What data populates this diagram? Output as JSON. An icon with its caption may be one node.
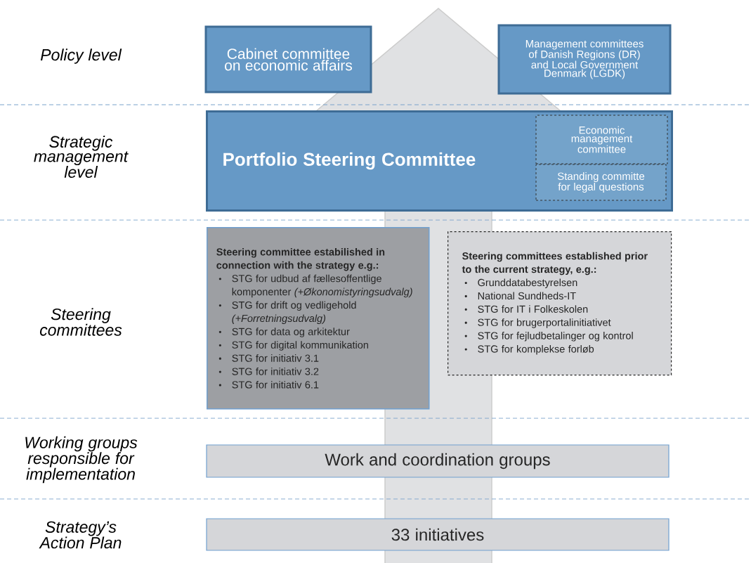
{
  "diagram": {
    "nodes": [
      {
        "text": [
          "Cabinet committee on economic affairs"
        ]
      },
      {
        "text": [
          "Management committees of Danish Regions (DR) and Local Government Denmark (LGDK)"
        ]
      },
      {
        "text": [
          "Portfolio Steering Committee"
        ]
      },
      {
        "text": [
          "Economic management committee"
        ],
        "in": 2
      },
      {
        "text": [
          "Standing committe for legal questions"
        ],
        "in": 2
      },
      {
        "text": [
          "Steering committee estabilished in connection with the strategy e.g.:",
          "STG for udbud af fællesoffentlige komponenter *(+Økonomistyringsudvalg)*",
          "STG for drift og vedligehold *(+Forretningsudvalg)*",
          "STG for data og arkitektur",
          "STG for digital kommunikation",
          "STG for initiativ 3.1",
          "STG for initiativ 3.2",
          "STG for initiativ 6.1"
        ]
      },
      {
        "text": [
          "Steering committees established prior to the current strategy, e.g.:",
          "Grunddatabestyrelsen",
          "National Sundheds-IT",
          "STG for IT i Folkeskolen",
          "STG for brugerportalinitiativet",
          "STG for fejludbetalinger og kontrol",
          "STG for komplekse forløb"
        ]
      },
      {
        "text": [
          "Work and coordination groups"
        ]
      },
      {
        "text": [
          "33 initiatives"
        ]
      }
    ],
    "labels": [
      "Policy level",
      "Strategic management level",
      "Steering committees",
      "Working groups responsible for implementation",
      "Strategy’s Action Plan"
    ]
  }
}
